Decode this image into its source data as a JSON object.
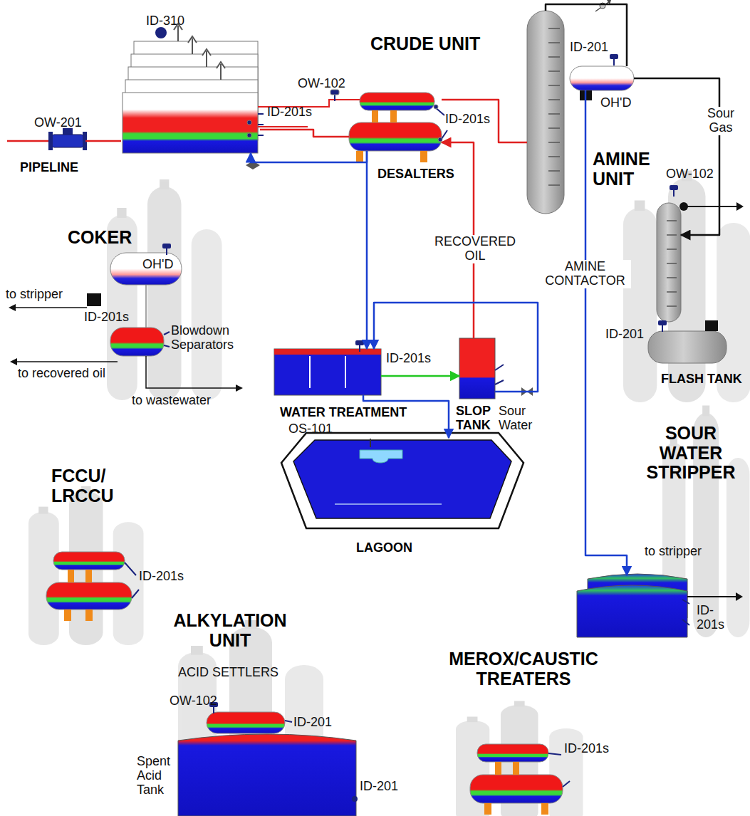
{
  "diagram": {
    "nodes": [
      {
        "text": [
          "OW-201",
          "PIPELINE"
        ]
      },
      {
        "text": [
          "ID-310",
          "ID-201s"
        ]
      },
      {
        "text": [
          "OW-102",
          "ID-201s",
          "DESALTERS"
        ]
      },
      {
        "text": [
          "CRUDE UNIT"
        ]
      },
      {
        "text": [
          "ID-201",
          "OH'D"
        ]
      },
      {
        "text": [
          "OW-102",
          "AMINE CONTACTOR"
        ]
      },
      {
        "text": [
          "ID-201",
          "FLASH TANK"
        ]
      },
      {
        "text": [
          "ID-201s",
          "WATER TREATMENT"
        ]
      },
      {
        "text": [
          "SLOP TANK"
        ]
      },
      {
        "text": [
          "OS-101",
          "LAGOON"
        ]
      },
      {
        "text": [
          "SOUR WATER STRIPPER",
          "ID- 201s"
        ]
      }
    ],
    "edges": [
      {
        "from": 0,
        "to": 1,
        "arrow": "none"
      },
      {
        "from": 1,
        "to": 2,
        "arrow": "none"
      },
      {
        "from": 2,
        "to": 3,
        "arrow": "none"
      },
      {
        "from": 3,
        "to": 4,
        "arrow": "none"
      },
      {
        "from": 4,
        "to": 5,
        "label": "Sour Gas",
        "arrow": "to"
      },
      {
        "from": 4,
        "to": 10,
        "arrow": "to"
      },
      {
        "from": 2,
        "to": 1,
        "arrow": "to"
      },
      {
        "from": 2,
        "to": 7,
        "arrow": "to"
      },
      {
        "from": 7,
        "to": 8,
        "arrow": "to"
      },
      {
        "from": 8,
        "to": 2,
        "label": "RECOVERED OIL",
        "arrow": "to"
      },
      {
        "from": 8,
        "to": 7,
        "arrow": "to"
      },
      {
        "from": 7,
        "to": 9,
        "arrow": "to"
      }
    ],
    "labels": [
      "COKER",
      "OH'D",
      "to stripper",
      "ID-201s",
      "Blowdown Separators",
      "to recovered oil",
      "to wastewater",
      "AMINE UNIT",
      "Sour Water",
      "to stripper",
      "FCCU/ LRCCU",
      "ID-201s",
      "ALKYLATION UNIT",
      "ACID SETTLERS",
      "OW-102",
      "ID-201",
      "Spent Acid Tank",
      "ID-201",
      "MEROX/CAUSTIC TREATERS",
      "ID-201s"
    ]
  }
}
